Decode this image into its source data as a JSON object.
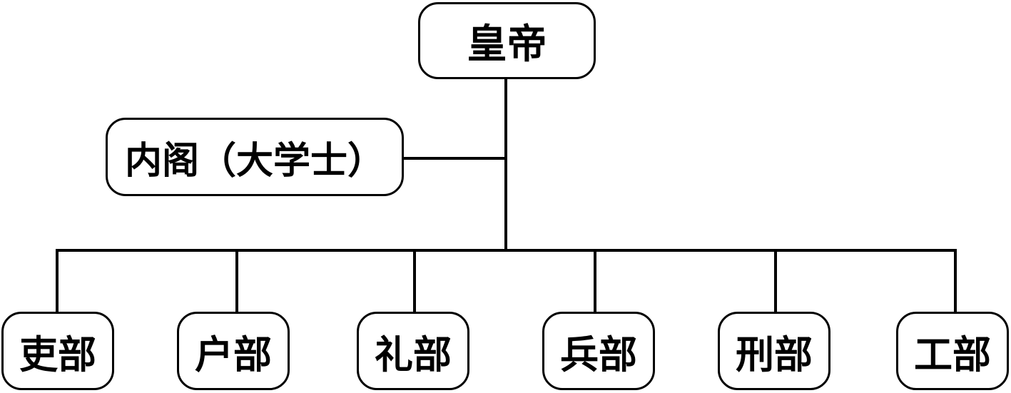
{
  "nodes": {
    "emperor": {
      "label": "皇帝"
    },
    "cabinet": {
      "label": "内阁（大学士）"
    },
    "departments": [
      {
        "label": "吏部"
      },
      {
        "label": "户部"
      },
      {
        "label": "礼部"
      },
      {
        "label": "兵部"
      },
      {
        "label": "刑部"
      },
      {
        "label": "工部"
      }
    ]
  },
  "edges": [
    {
      "from": "皇帝",
      "to": "内阁（大学士）"
    },
    {
      "from": "皇帝",
      "to": "吏部"
    },
    {
      "from": "皇帝",
      "to": "户部"
    },
    {
      "from": "皇帝",
      "to": "礼部"
    },
    {
      "from": "皇帝",
      "to": "兵部"
    },
    {
      "from": "皇帝",
      "to": "刑部"
    },
    {
      "from": "皇帝",
      "to": "工部"
    }
  ],
  "colors": {
    "line": "#000000",
    "box_border": "#000000",
    "text": "#000000",
    "background": "#ffffff"
  }
}
